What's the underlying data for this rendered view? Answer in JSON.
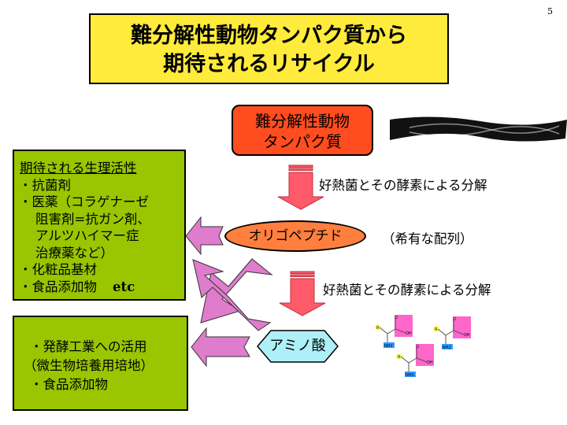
{
  "page_number": "5",
  "title": {
    "line1": "難分解性動物タンパク質から",
    "line2": "期待されるリサイクル"
  },
  "protein_box": {
    "line1": "難分解性動物",
    "line2": "タンパク質"
  },
  "step1_caption": "好熱菌とその酵素による分解",
  "oligopeptide": "オリゴペプチド",
  "rare_sequence": "（希有な配列）",
  "step2_caption": "好熱菌とその酵素による分解",
  "amino_acid": "アミノ酸",
  "amino_labels": {
    "r": "R",
    "nh2": "NH2",
    "o": "O",
    "oh": "OH"
  },
  "bioactivity": {
    "heading": "期待される生理活性",
    "items": [
      "・抗菌剤",
      "・医薬（コラゲナーゼ",
      "阻害剤=抗ガン剤、",
      "アルツハイマー症",
      "治療薬など）",
      "・化粧品基材",
      "・食品添加物"
    ],
    "etc": "etc"
  },
  "uses": {
    "items": [
      "・発酵工業への活用",
      "（微生物培養用培地）",
      "・食品添加物"
    ]
  },
  "colors": {
    "title_bg": "#ffeb3b",
    "protein_bg": "#ff4d1f",
    "box_bg": "#99c600",
    "arrow_pink": "#e07ccc",
    "amino_bg": "#aef0f8"
  }
}
